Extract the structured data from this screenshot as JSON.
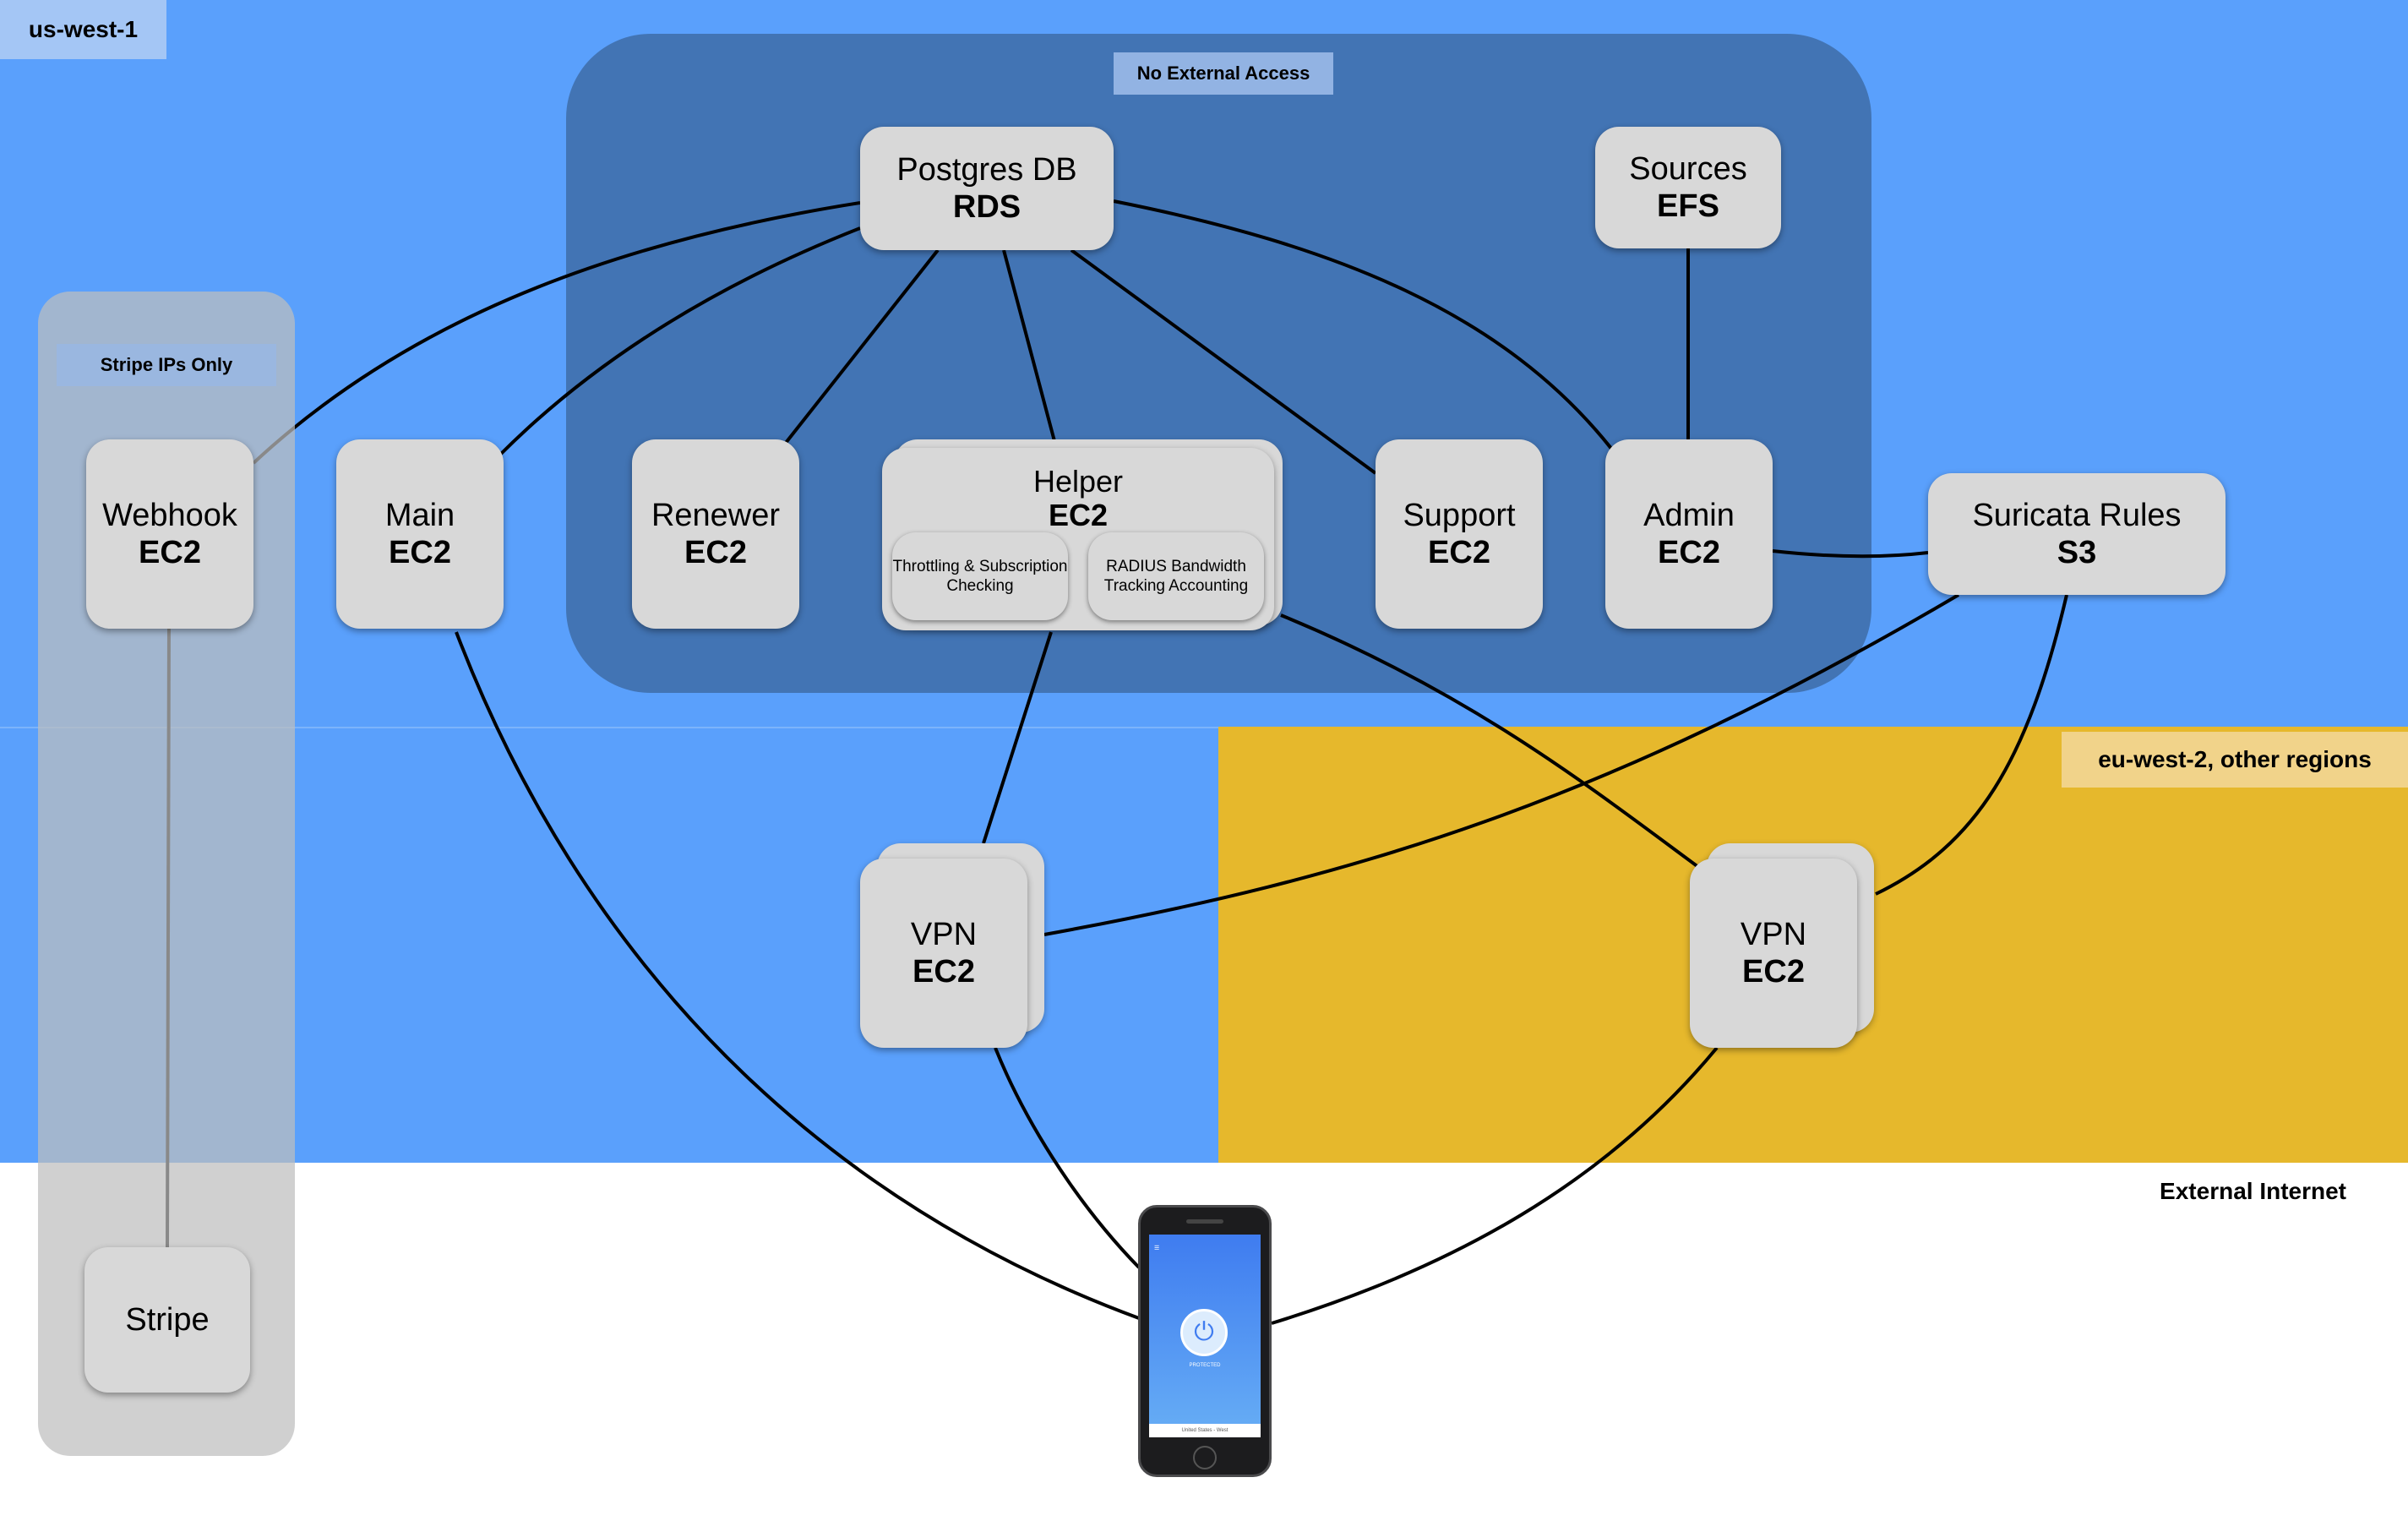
{
  "regions": {
    "us_west": "us-west-1",
    "eu_west": "eu-west-2, other regions",
    "external": "External Internet",
    "no_external": "No External Access",
    "stripe_ips": "Stripe IPs Only"
  },
  "colors": {
    "us_region": "#5aa0fc",
    "eu_region": "#e6b82c",
    "private_zone": "#4274b4",
    "node": "#d8d8d8",
    "link": "#000000"
  },
  "nodes": {
    "postgres": {
      "name": "Postgres DB",
      "service": "RDS"
    },
    "sources": {
      "name": "Sources",
      "service": "EFS"
    },
    "webhook": {
      "name": "Webhook",
      "service": "EC2"
    },
    "main": {
      "name": "Main",
      "service": "EC2"
    },
    "renewer": {
      "name": "Renewer",
      "service": "EC2"
    },
    "helper": {
      "name": "Helper",
      "service": "EC2",
      "sub_throttling": "Throttling & Subscription Checking",
      "sub_radius": "RADIUS Bandwidth Tracking Accounting"
    },
    "support": {
      "name": "Support",
      "service": "EC2"
    },
    "admin": {
      "name": "Admin",
      "service": "EC2"
    },
    "suricata": {
      "name": "Suricata Rules",
      "service": "S3"
    },
    "vpn_us": {
      "name": "VPN",
      "service": "EC2"
    },
    "vpn_eu": {
      "name": "VPN",
      "service": "EC2"
    },
    "stripe": {
      "name": "Stripe"
    }
  },
  "phone": {
    "icon": "power-icon",
    "status": "PROTECTED",
    "footer": "United States - West"
  }
}
